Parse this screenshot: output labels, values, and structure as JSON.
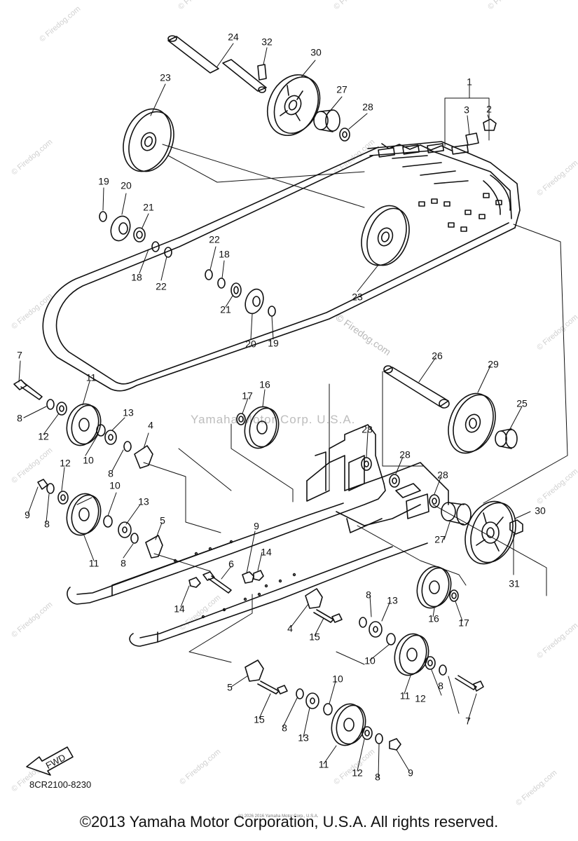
{
  "diagram": {
    "code": "8CR2100-8230",
    "fwd_label": "FWD",
    "watermark_center": "Yamaha Motor Corp. U.S.A.",
    "watermark_firedog": "© Firedog.com",
    "tiny_credit": "(c) 2026 2016 Yamaha Motor Corp., U.S.A."
  },
  "copyright": "©2013 Yamaha Motor Corporation, U.S.A. All rights reserved.",
  "parts": [
    {
      "num": "1"
    },
    {
      "num": "2"
    },
    {
      "num": "3"
    },
    {
      "num": "4"
    },
    {
      "num": "5"
    },
    {
      "num": "6"
    },
    {
      "num": "7"
    },
    {
      "num": "8"
    },
    {
      "num": "9"
    },
    {
      "num": "10"
    },
    {
      "num": "11"
    },
    {
      "num": "12"
    },
    {
      "num": "13"
    },
    {
      "num": "14"
    },
    {
      "num": "15"
    },
    {
      "num": "16"
    },
    {
      "num": "17"
    },
    {
      "num": "18"
    },
    {
      "num": "19"
    },
    {
      "num": "20"
    },
    {
      "num": "21"
    },
    {
      "num": "22"
    },
    {
      "num": "23"
    },
    {
      "num": "24"
    },
    {
      "num": "25"
    },
    {
      "num": "26"
    },
    {
      "num": "27"
    },
    {
      "num": "28"
    },
    {
      "num": "29"
    },
    {
      "num": "30"
    },
    {
      "num": "31"
    },
    {
      "num": "32"
    }
  ]
}
